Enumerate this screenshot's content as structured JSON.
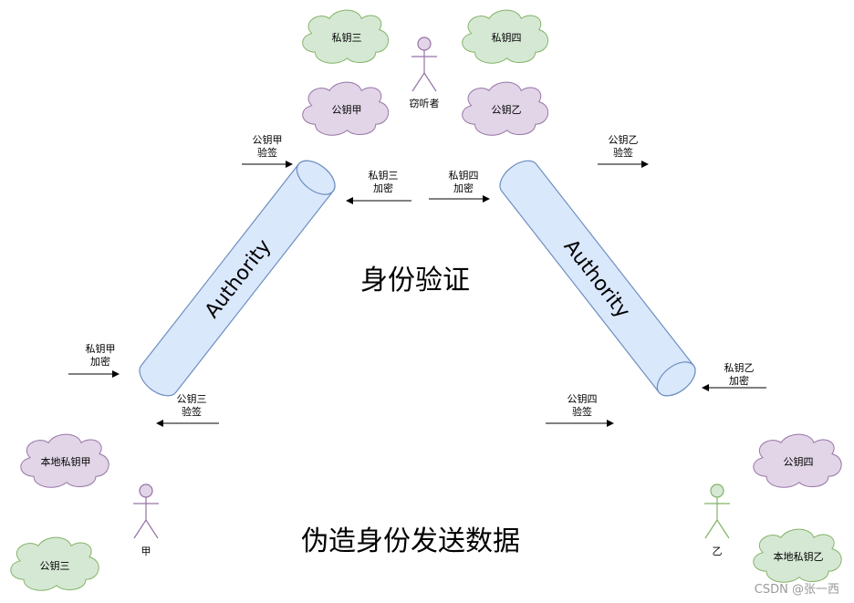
{
  "colors": {
    "cloud_green": "#d5e8d4",
    "cloud_green_stroke": "#82b366",
    "cloud_purple": "#e1d5e7",
    "cloud_purple_stroke": "#9673a6",
    "cylinder_fill": "#dae8fc",
    "cylinder_stroke": "#6c8ebf",
    "actor_purple": "#e1d5e7",
    "actor_green": "#d5e8d4"
  },
  "clouds": {
    "c1": "私钥三",
    "c2": "私钥四",
    "c3": "公钥甲",
    "c4": "公钥乙",
    "c5": "本地私钥甲",
    "c6": "公钥三",
    "c7": "公钥四",
    "c8": "本地私钥乙"
  },
  "actors": {
    "eavesdropper": "窃听者",
    "jia": "甲",
    "yi": "乙"
  },
  "cylinders": {
    "left": "Authority",
    "right": "Authority"
  },
  "arrows": {
    "a1": [
      "公钥甲",
      "验签"
    ],
    "a2": [
      "私钥三",
      "加密"
    ],
    "a3": [
      "私钥四",
      "加密"
    ],
    "a4": [
      "公钥乙",
      "验签"
    ],
    "a5": [
      "私钥甲",
      "加密"
    ],
    "a6": [
      "公钥三",
      "验签"
    ],
    "a7": [
      "公钥四",
      "验签"
    ],
    "a8": [
      "私钥乙",
      "加密"
    ]
  },
  "titles": {
    "identity": "身份验证",
    "forge": "伪造身份发送数据"
  },
  "watermark": "CSDN @张一西"
}
